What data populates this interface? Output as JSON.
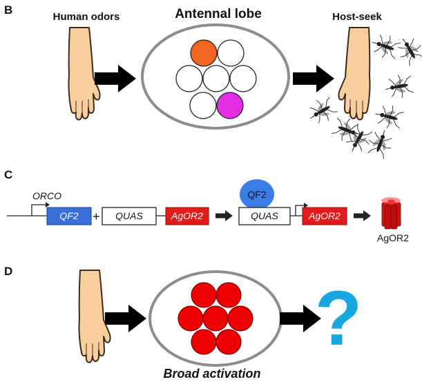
{
  "panel_b": {
    "letter": "B",
    "left_label": "Human odors",
    "center_label": "Antennal lobe",
    "right_label": "Host-seek"
  },
  "panel_c": {
    "letter": "C",
    "promoter_label": "ORCO",
    "box_qf2": "QF2",
    "plus": "+",
    "box_quas": "QUAS",
    "box_agor2": "AgOR2",
    "bubble_qf2": "QF2",
    "box_quas_2": "QUAS",
    "box_agor2_2": "AgOR2",
    "product_label": "AgOR2"
  },
  "panel_d": {
    "letter": "D",
    "question": "?",
    "caption": "Broad activation"
  },
  "colors": {
    "arrow": "#000000",
    "lobe_border": "#8c8c8c",
    "glomerulus_orange": "#f26522",
    "glomerulus_magenta": "#e32ee3",
    "glomerulus_red": "#ee0000",
    "qf2_box": "#3a6fd8",
    "agor2_box": "#e21b1b",
    "qf2_bubble": "#3b7de6",
    "question_mark": "#1aa7e0",
    "skin": "#f9cfa0",
    "skin_outline": "#3d2a1a"
  },
  "icons": {
    "arm": "arm-icon",
    "mosquito": "mosquito-icon",
    "receptor": "receptor-channel-icon"
  }
}
